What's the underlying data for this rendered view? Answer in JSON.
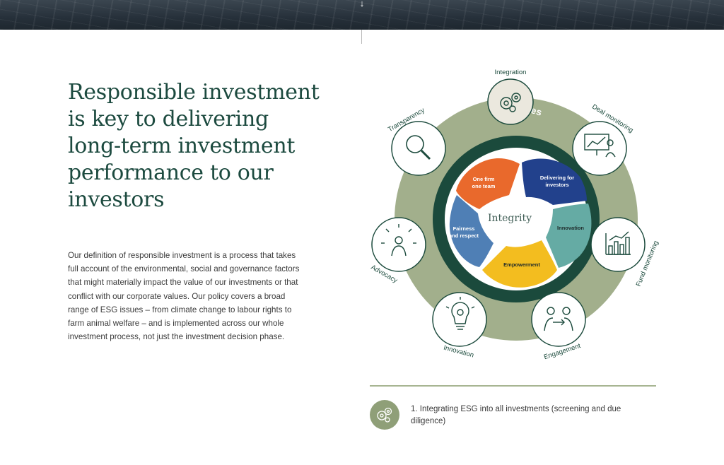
{
  "hero": {
    "scroll_glyph": "↓"
  },
  "headline": "Responsible investment is key to delivering long-term investment performance to our investors",
  "body": "Our definition of responsible investment is a process that takes full account of the environmental, social and governance factors that might materially impact the value of our investments or that conflict with our corporate values. Our policy covers a broad range of ESG issues – from climate change to labour rights to farm animal welfare – and is implemented across our whole investment process, not just the investment decision phase.",
  "diagram": {
    "ring_title": "Our Values",
    "center_label": "Integrity",
    "values": [
      {
        "label_line1": "One firm",
        "label_line2": "one team",
        "color": "#e9692c"
      },
      {
        "label_line1": "Delivering for",
        "label_line2": "investors",
        "color": "#22418c"
      },
      {
        "label_line1": "Innovation",
        "label_line2": "",
        "color": "#65aba4"
      },
      {
        "label_line1": "Empowerment",
        "label_line2": "",
        "color": "#f3bd1f"
      },
      {
        "label_line1": "Fairness",
        "label_line2": "and respect",
        "color": "#4f7fb5"
      }
    ],
    "process_steps": [
      {
        "label": "Integration",
        "icon": "gears-icon"
      },
      {
        "label": "Deal monitoring",
        "icon": "presentation-chart-icon"
      },
      {
        "label": "Fund monitoring",
        "icon": "bar-chart-icon"
      },
      {
        "label": "Engagement",
        "icon": "people-exchange-icon"
      },
      {
        "label": "Innovation",
        "icon": "lightbulb-gear-icon"
      },
      {
        "label": "Advocacy",
        "icon": "person-radiating-icon"
      },
      {
        "label": "Transparency",
        "icon": "magnifier-icon"
      }
    ],
    "colors": {
      "outer_ring": "#a2af8c",
      "values_ring": "#1b4a3c",
      "active_step_fill": "#ebe8de",
      "step_stroke": "#1b4a3c"
    }
  },
  "footnote": {
    "icon": "gears-icon",
    "text": "1. Integrating ESG into all investments (screening and due diligence)"
  }
}
